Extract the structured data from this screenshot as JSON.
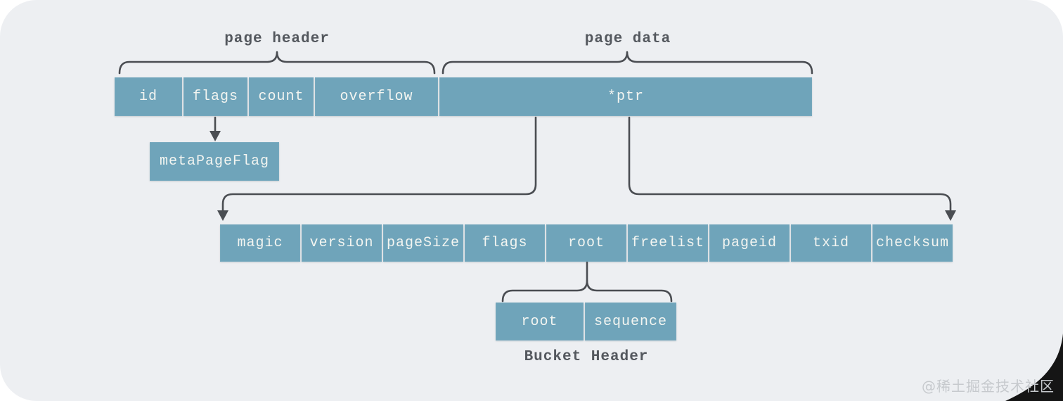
{
  "colors": {
    "panel_bg": "#edeff2",
    "box_fill": "#6fa4ba",
    "box_text": "#f3f5f1",
    "line": "#4a4d52",
    "label_text": "#54585e",
    "watermark_text": "#c6c9cd",
    "corner_tear": "#151515"
  },
  "labels": {
    "page_header": "page header",
    "page_data": "page data",
    "bucket_header": "Bucket Header"
  },
  "page_row": {
    "cells": [
      "id",
      "flags",
      "count",
      "overflow",
      "*ptr"
    ]
  },
  "meta_page_flag": "metaPageFlag",
  "meta_row": {
    "cells": [
      "magic",
      "version",
      "pageSize",
      "flags",
      "root",
      "freelist",
      "pageid",
      "txid",
      "checksum"
    ]
  },
  "bucket_row": {
    "cells": [
      "root",
      "sequence"
    ]
  },
  "watermark": "@稀土掘金技术社区"
}
